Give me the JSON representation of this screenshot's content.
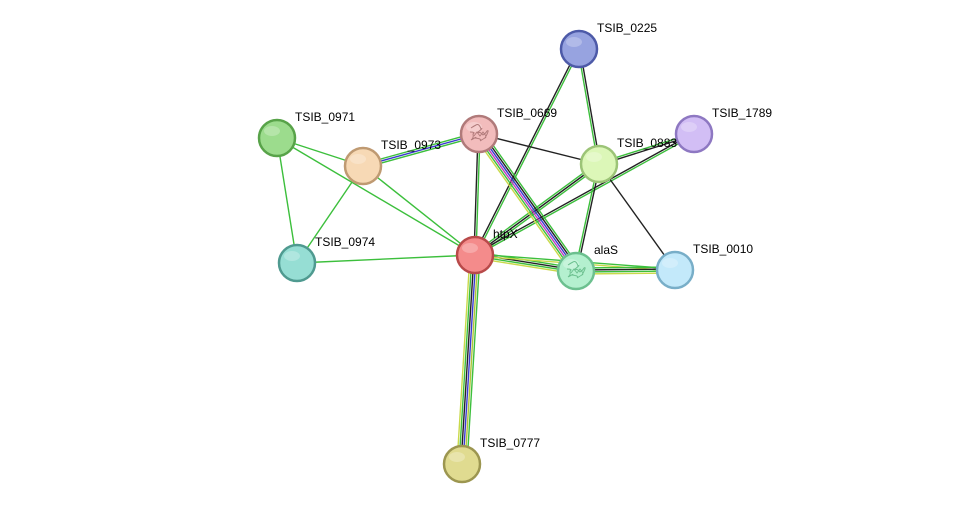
{
  "network": {
    "nodes": [
      {
        "id": "htpX",
        "label": "htpX",
        "fill": "#f48b8b",
        "stroke": "#b84a4a",
        "icon": "none"
      },
      {
        "id": "alaS",
        "label": "alaS",
        "fill": "#b4f0cf",
        "stroke": "#6cc08f",
        "icon": "protein-structure-icon"
      },
      {
        "id": "TSIB_0669",
        "label": "TSIB_0669",
        "fill": "#f2bcbc",
        "stroke": "#b07a7a",
        "icon": "protein-structure-icon"
      },
      {
        "id": "TSIB_0225",
        "label": "TSIB_0225",
        "fill": "#97a3e0",
        "stroke": "#4d5aa8",
        "icon": "none"
      },
      {
        "id": "TSIB_0883",
        "label": "TSIB_0883",
        "fill": "#dcf7b8",
        "stroke": "#9cc477",
        "icon": "none"
      },
      {
        "id": "TSIB_1789",
        "label": "TSIB_1789",
        "fill": "#d2bef5",
        "stroke": "#8e78c2",
        "icon": "none"
      },
      {
        "id": "TSIB_0010",
        "label": "TSIB_0010",
        "fill": "#c3e9fa",
        "stroke": "#78aec8",
        "icon": "none"
      },
      {
        "id": "TSIB_0971",
        "label": "TSIB_0971",
        "fill": "#9cdc8d",
        "stroke": "#58a349",
        "icon": "none"
      },
      {
        "id": "TSIB_0973",
        "label": "TSIB_0973",
        "fill": "#f7d9b5",
        "stroke": "#bf9a72",
        "icon": "none"
      },
      {
        "id": "TSIB_0974",
        "label": "TSIB_0974",
        "fill": "#96ded4",
        "stroke": "#4f9a90",
        "icon": "none"
      },
      {
        "id": "TSIB_0777",
        "label": "TSIB_0777",
        "fill": "#e0db90",
        "stroke": "#9c9650",
        "icon": "none"
      }
    ],
    "edges": [
      {
        "source": "htpX",
        "target": "TSIB_0777",
        "colors": [
          "#3cbf3c",
          "#b0c43a",
          "#3a3ad0",
          "#222222",
          "#3cbf3c",
          "#c9d94a"
        ]
      },
      {
        "source": "htpX",
        "target": "alaS",
        "colors": [
          "#3cbf3c",
          "#222222",
          "#3cbf3c",
          "#c9d94a"
        ]
      },
      {
        "source": "htpX",
        "target": "TSIB_0010",
        "colors": [
          "#3cbf3c",
          "#c9d94a"
        ]
      },
      {
        "source": "htpX",
        "target": "TSIB_0669",
        "colors": [
          "#222222",
          "#3cbf3c"
        ]
      },
      {
        "source": "htpX",
        "target": "TSIB_0225",
        "colors": [
          "#222222",
          "#3cbf3c"
        ]
      },
      {
        "source": "htpX",
        "target": "TSIB_0883",
        "colors": [
          "#3cbf3c",
          "#222222",
          "#3cbf3c"
        ]
      },
      {
        "source": "htpX",
        "target": "TSIB_1789",
        "colors": [
          "#222222",
          "#3cbf3c"
        ]
      },
      {
        "source": "htpX",
        "target": "TSIB_0973",
        "colors": [
          "#3cbf3c"
        ]
      },
      {
        "source": "htpX",
        "target": "TSIB_0971",
        "colors": [
          "#3cbf3c"
        ]
      },
      {
        "source": "htpX",
        "target": "TSIB_0974",
        "colors": [
          "#3cbf3c"
        ]
      },
      {
        "source": "TSIB_0669",
        "target": "alaS",
        "colors": [
          "#3cbf3c",
          "#222222",
          "#3a3ad0",
          "#c040c0",
          "#3cbf3c",
          "#c9d94a"
        ]
      },
      {
        "source": "TSIB_0669",
        "target": "TSIB_0883",
        "colors": [
          "#222222"
        ]
      },
      {
        "source": "TSIB_0669",
        "target": "TSIB_0973",
        "colors": [
          "#3cbf3c",
          "#3a3ad0",
          "#3cbf3c"
        ]
      },
      {
        "source": "TSIB_0225",
        "target": "TSIB_0883",
        "colors": [
          "#222222",
          "#3cbf3c"
        ]
      },
      {
        "source": "TSIB_0883",
        "target": "alaS",
        "colors": [
          "#222222",
          "#3cbf3c"
        ]
      },
      {
        "source": "TSIB_0883",
        "target": "TSIB_0010",
        "colors": [
          "#222222"
        ]
      },
      {
        "source": "TSIB_0883",
        "target": "TSIB_1789",
        "colors": [
          "#3cbf3c",
          "#222222"
        ]
      },
      {
        "source": "alaS",
        "target": "TSIB_0010",
        "colors": [
          "#3cbf3c",
          "#222222",
          "#3cbf3c",
          "#c9d94a"
        ]
      },
      {
        "source": "TSIB_0971",
        "target": "TSIB_0973",
        "colors": [
          "#3cbf3c"
        ]
      },
      {
        "source": "TSIB_0971",
        "target": "TSIB_0974",
        "colors": [
          "#3cbf3c"
        ]
      },
      {
        "source": "TSIB_0973",
        "target": "TSIB_0974",
        "colors": [
          "#3cbf3c"
        ]
      }
    ]
  }
}
